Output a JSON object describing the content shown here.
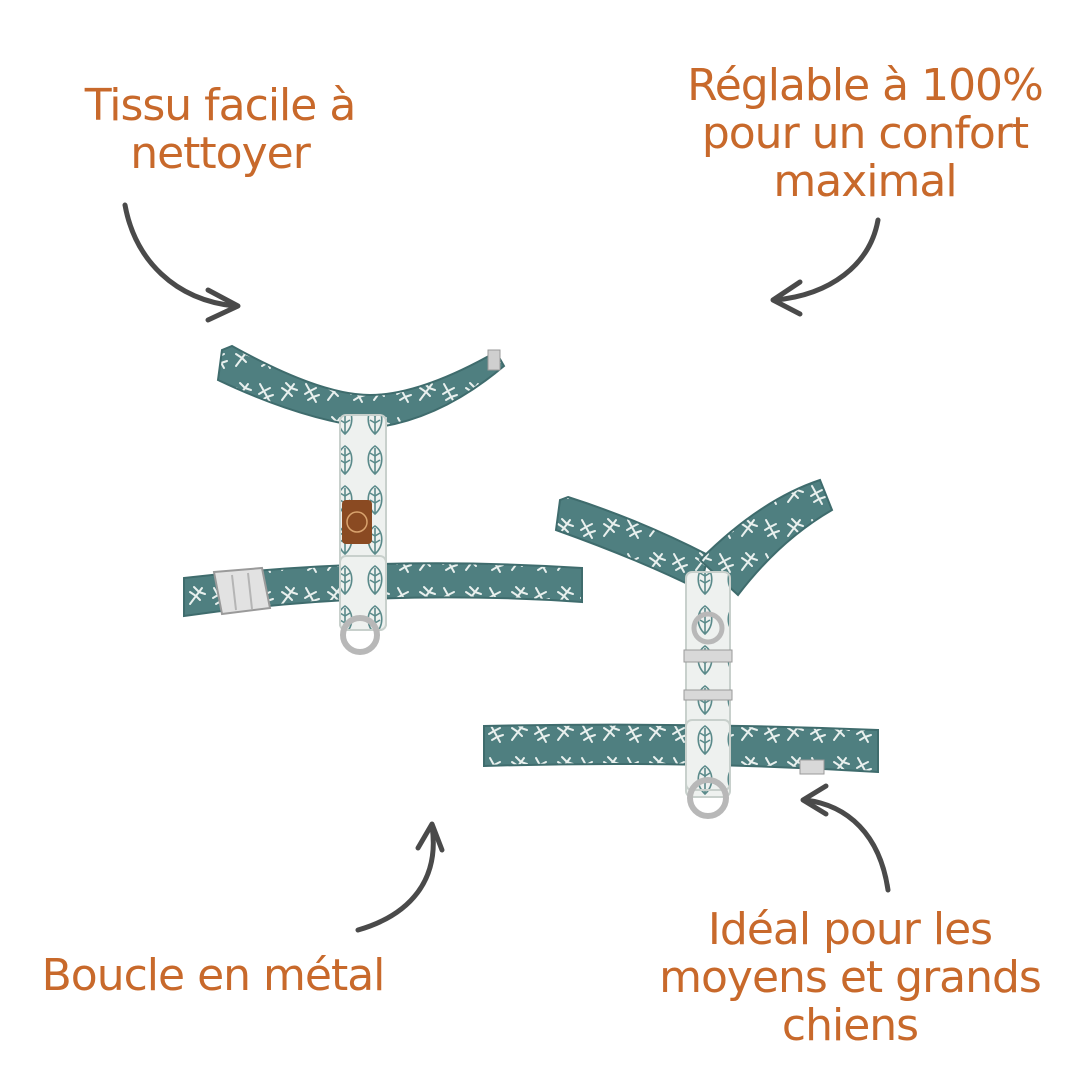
{
  "callouts": {
    "top_left": [
      "Tissu facile à",
      "nettoyer"
    ],
    "top_right": [
      "Réglable à 100%",
      "pour un confort",
      "maximal"
    ],
    "bottom_left": [
      "Boucle en métal"
    ],
    "bottom_right": [
      "Idéal pour les",
      "moyens et grands",
      "chiens"
    ]
  },
  "colors": {
    "text_accent": "#c8692b",
    "arrow": "#4a4a4a",
    "fabric_teal": "#4f7f80",
    "fabric_light": "#eef1ef",
    "leaf": "#e9f0ee",
    "leather_tag": "#8a4a22",
    "metal": "#d8d8d8"
  }
}
